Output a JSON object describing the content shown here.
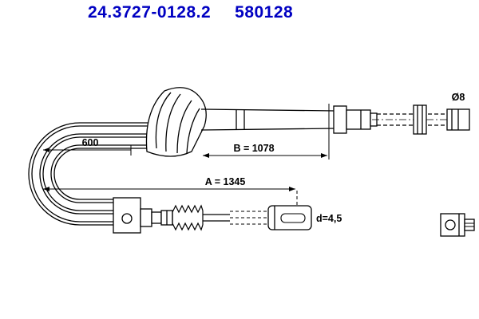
{
  "header": {
    "catalog_number": "24.3727-0128.2",
    "article_number": "580128"
  },
  "colors": {
    "accent_blue": "#0000c2",
    "line": "#000000",
    "background": "#ffffff"
  },
  "diagram": {
    "dim_loop": "600",
    "dim_b": "B = 1078",
    "dim_a": "A = 1345",
    "dim_diameter": "Ø8",
    "dim_d": "d=4,5"
  }
}
